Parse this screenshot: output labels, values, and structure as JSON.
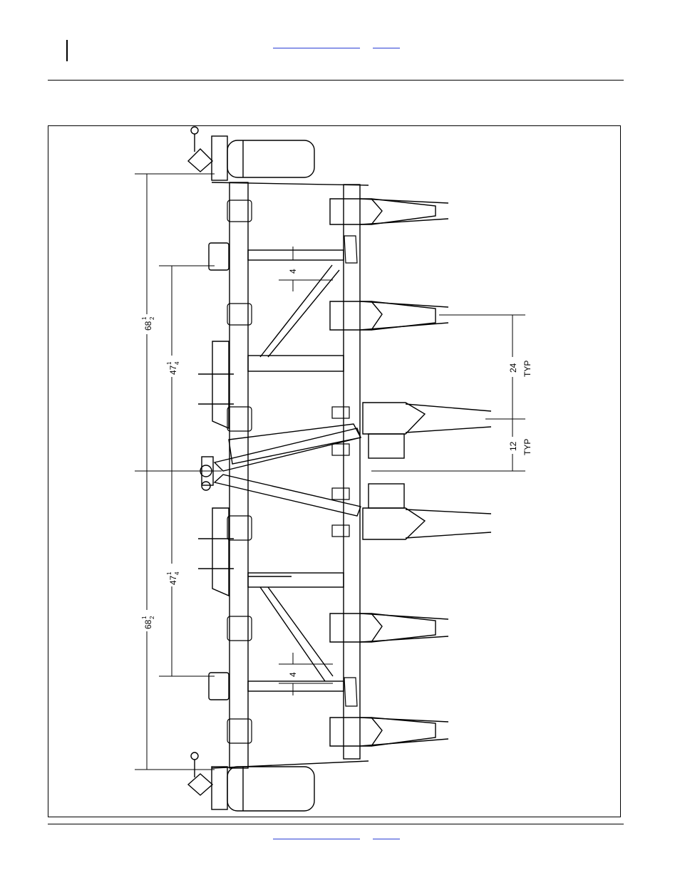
{
  "dimensions": {
    "upper_outer": {
      "whole": "68",
      "num": "1",
      "den": "2"
    },
    "upper_inner": {
      "whole": "47",
      "num": "1",
      "den": "4"
    },
    "lower_inner": {
      "whole": "47",
      "num": "1",
      "den": "4"
    },
    "lower_outer": {
      "whole": "68",
      "num": "1",
      "den": "2"
    },
    "offset_top": "4",
    "offset_bottom": "4",
    "row_spacing": {
      "value": "24",
      "note": "TYP"
    },
    "half_spacing": {
      "value": "12",
      "note": "TYP"
    }
  },
  "colors": {
    "link": "#2a3fd4",
    "line": "#000000"
  }
}
